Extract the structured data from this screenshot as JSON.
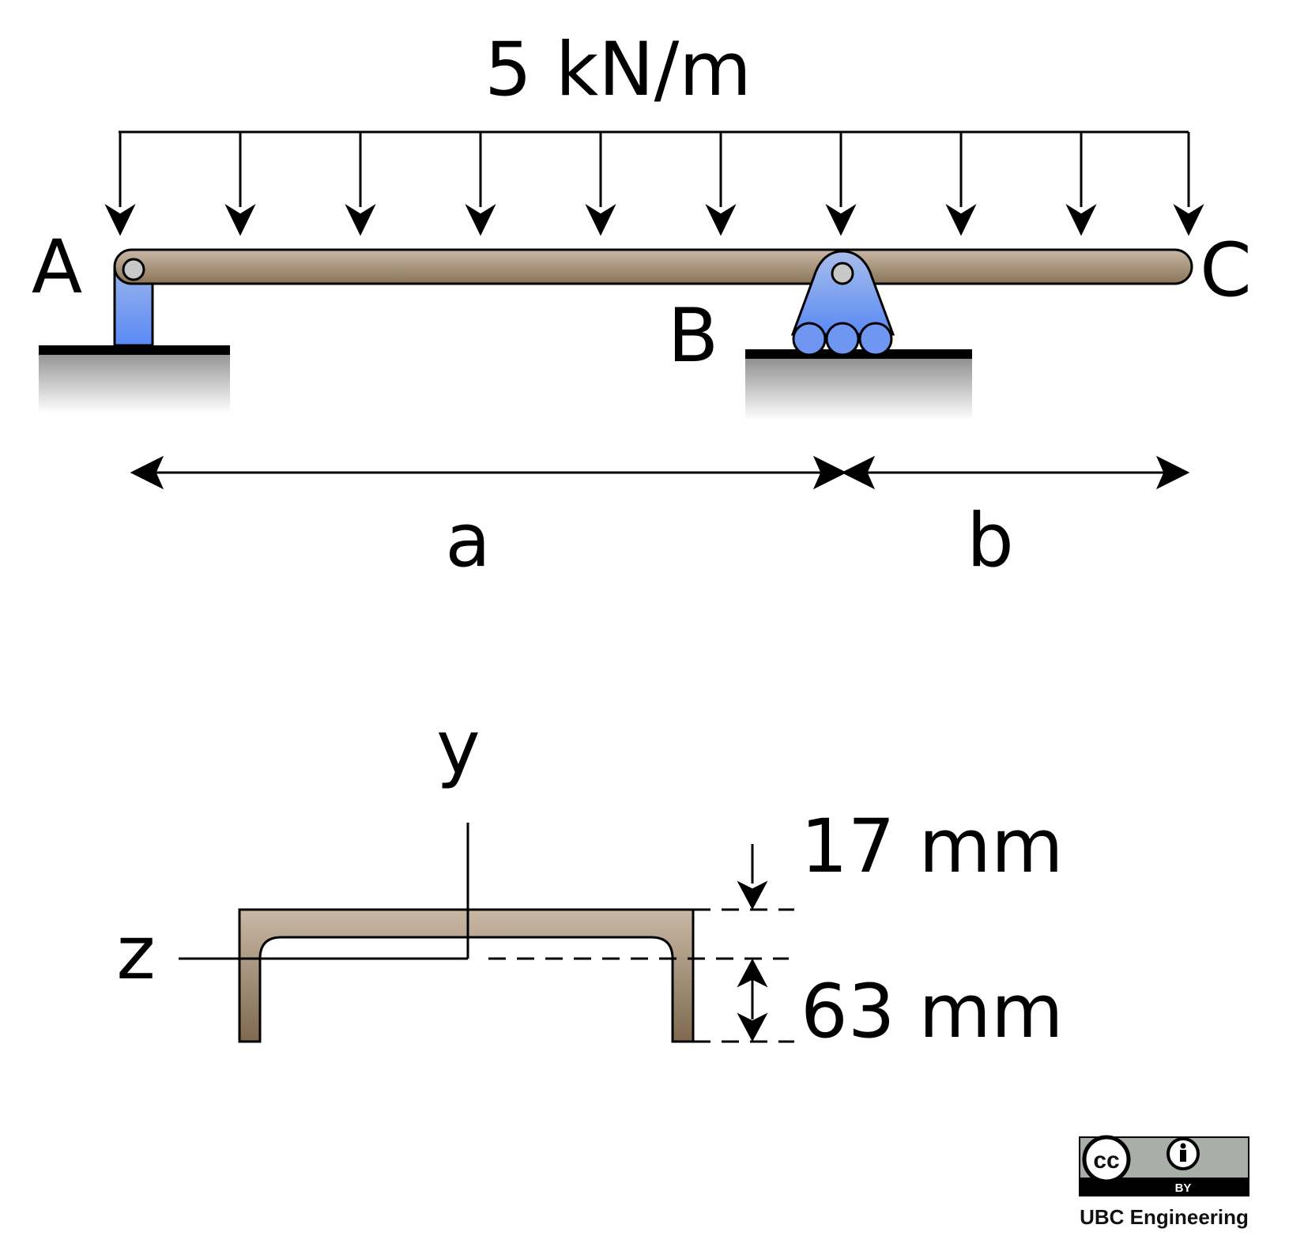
{
  "beam": {
    "load_label": "5 kN/m",
    "point_a": "A",
    "point_b": "B",
    "point_c": "C",
    "dim_a": "a",
    "dim_b": "b"
  },
  "section": {
    "axis_y": "y",
    "axis_z": "z",
    "dim_top": "17 mm",
    "dim_bottom": "63 mm"
  },
  "license": {
    "badge_left": "cc",
    "badge_by": "BY",
    "credit": "UBC Engineering"
  },
  "colors": {
    "beam_light": "#c7b4a0",
    "beam_dark": "#8a7457",
    "support_blue": "#6f96f0",
    "ground_gray": "#9a9a9a"
  }
}
